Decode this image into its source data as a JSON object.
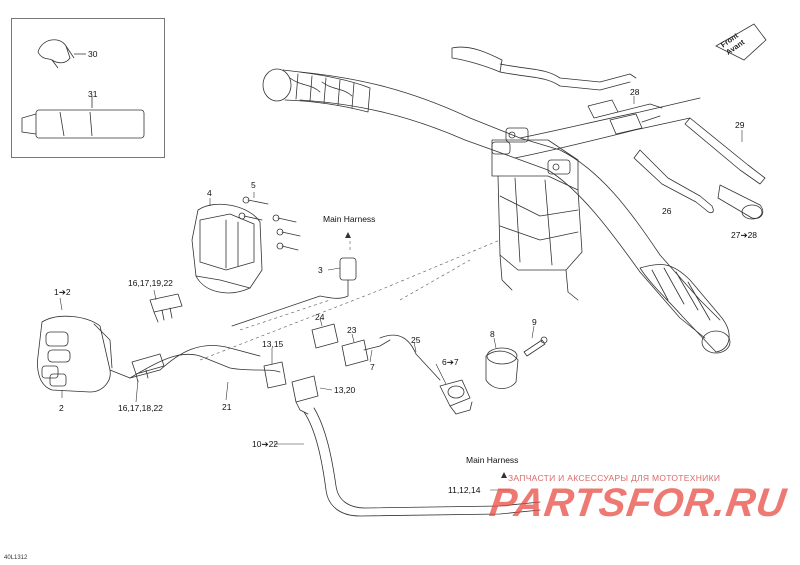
{
  "diagram_id": "40L1312",
  "front_label": {
    "line1": "Front",
    "line2": "Avant"
  },
  "callouts": {
    "c30": "30",
    "c31": "31",
    "c28": "28",
    "c29": "29",
    "c26": "26",
    "c27_28": "27➔28",
    "c4": "4",
    "c5": "5",
    "main_harness_top": "Main Harness",
    "c3": "3",
    "c1_2": "1➔2",
    "c16_17_19_22": "16,17,19,22",
    "c24": "24",
    "c23": "23",
    "c25": "25",
    "c8": "8",
    "c9": "9",
    "c13_15": "13,15",
    "c7": "7",
    "c6_7": "6➔7",
    "c13_20": "13,20",
    "c2": "2",
    "c16_17_18_22": "16,17,18,22",
    "c21": "21",
    "c10_22": "10➔22",
    "main_harness_bottom": "Main Harness",
    "c11_12_14": "11,12,14"
  },
  "watermark": {
    "text": "ЗАПЧАСТИ И АКСЕССУАРЫ ДЛЯ МОТОТЕХНИКИ",
    "logo": "PARTSFOR.RU",
    "color": "#e8453c"
  }
}
